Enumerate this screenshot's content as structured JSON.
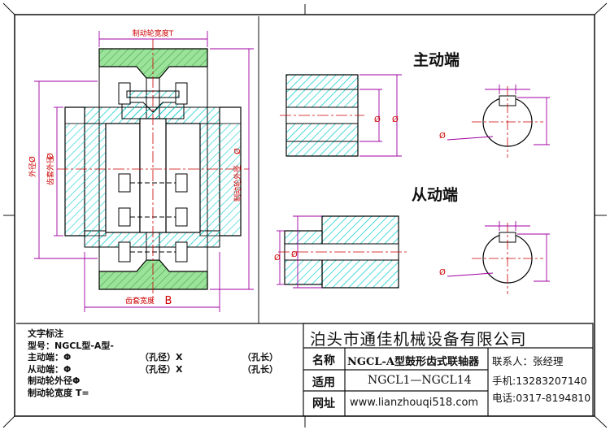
{
  "views": {
    "driving_end_title": "主动端",
    "driven_end_title": "从动端"
  },
  "dimensions": {
    "brake_wheel_width": "制动轮宽度T",
    "gear_sleeve_width": "齿套宽度",
    "gear_sleeve_width_symbol": "B",
    "outer_diameter": "外径",
    "gear_sleeve_outer_diameter": "齿套外径",
    "brake_wheel_outer_diameter": "制动轮外径",
    "diameter_symbol": "Ø"
  },
  "notes": {
    "heading": "文字标注",
    "model": "型号：NGCL型-A型-",
    "driving_end": "主动端：Φ",
    "driven_end": "从动端：Φ",
    "hole_diameter": "（孔径）X",
    "hole_length": "（孔长）",
    "brake_wheel_od": "制动轮外径Φ",
    "brake_wheel_width": "制动轮宽度 T="
  },
  "title_block": {
    "company": "泊头市通佳机械设备有限公司",
    "name_label": "名称",
    "name_value": "NGCL-A型鼓形齿式联轴器",
    "apply_label": "适用",
    "apply_value": "NGCL1—NGCL14",
    "web_label": "网址",
    "web_value": "www.lianzhouqi518.com",
    "contact": "联系人：张经理",
    "mobile": "手机:13283207140",
    "phone": "电话:0317-8194810"
  },
  "colors": {
    "hatch": "#00c8c8",
    "green_fill": "#9be39b",
    "dimension": "#a000a0",
    "centerline": "#cc0000",
    "outline": "#000000"
  }
}
